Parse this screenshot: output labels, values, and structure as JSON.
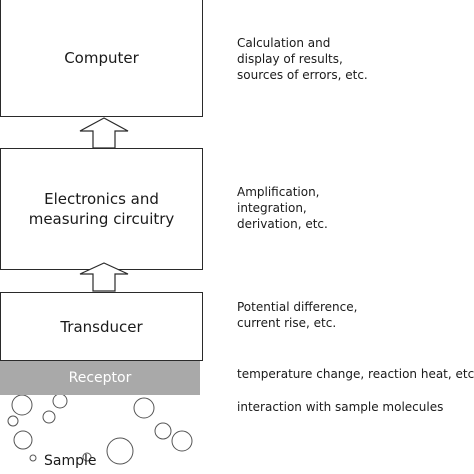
{
  "blocks": {
    "computer": "Computer",
    "electronics": "Electronics and\nmeasuring circuitry",
    "transducer": "Transducer",
    "receptor": "Receptor"
  },
  "notes": {
    "computer": "Calculation and\ndisplay of results,\nsources of errors, etc.",
    "electronics": "Amplification,\nintegration,\nderivation, etc.",
    "transducer": "Potential difference,\ncurrent rise, etc.",
    "receptor": "temperature change, reaction heat, etc",
    "interaction": "interaction with sample molecules"
  },
  "sample_label": "Sample",
  "colors": {
    "receptor_fill": "#a9a9a9",
    "stroke": "#2a2a2a"
  }
}
